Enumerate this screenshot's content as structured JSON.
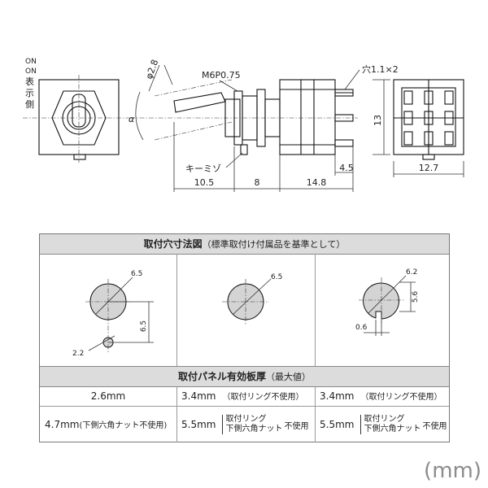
{
  "top_drawing": {
    "onn_top": "ON",
    "onn_bottom": "ON",
    "side_label": "表示側",
    "diameter_label": "φ2.8",
    "thread_label": "M6P0.75",
    "hole_label": "穴1.1×2",
    "angle_label": "α",
    "keymizo_label": "キーミゾ",
    "dim_10_5": "10.5",
    "dim_8": "8",
    "dim_14_8": "14.8",
    "dim_4_5": "4.5",
    "dim_12_7": "12.7",
    "dim_13": "13"
  },
  "mount_table": {
    "header1_main": "取付穴寸法図",
    "header1_sub": "（標準取付け付属品を基準として）",
    "fig1_dia": "6.5",
    "fig1_offset": "6.5",
    "fig1_small": "2.2",
    "fig2_dia": "6.5",
    "fig3_dia": "6.2",
    "fig3_height": "5.6",
    "fig3_key": "0.6",
    "header2_main": "取付パネル有効板厚",
    "header2_sub": "（最大値）",
    "row1": {
      "c1": "2.6mm",
      "c2_val": "3.4mm",
      "c2_note": "（取付リング不使用）",
      "c3_val": "3.4mm",
      "c3_note": "（取付リング不使用）"
    },
    "row2": {
      "c1_val": "4.7mm",
      "c1_note": "(下側六角ナット不使用)",
      "c2_val": "5.5mm",
      "c2_note_a": "取付リング",
      "c2_note_b": "下側六角ナット",
      "c2_note_c": "不使用",
      "c3_val": "5.5mm",
      "c3_note_a": "取付リング",
      "c3_note_b": "下側六角ナット",
      "c3_note_c": "不使用"
    }
  },
  "unit_label": "(mm)"
}
